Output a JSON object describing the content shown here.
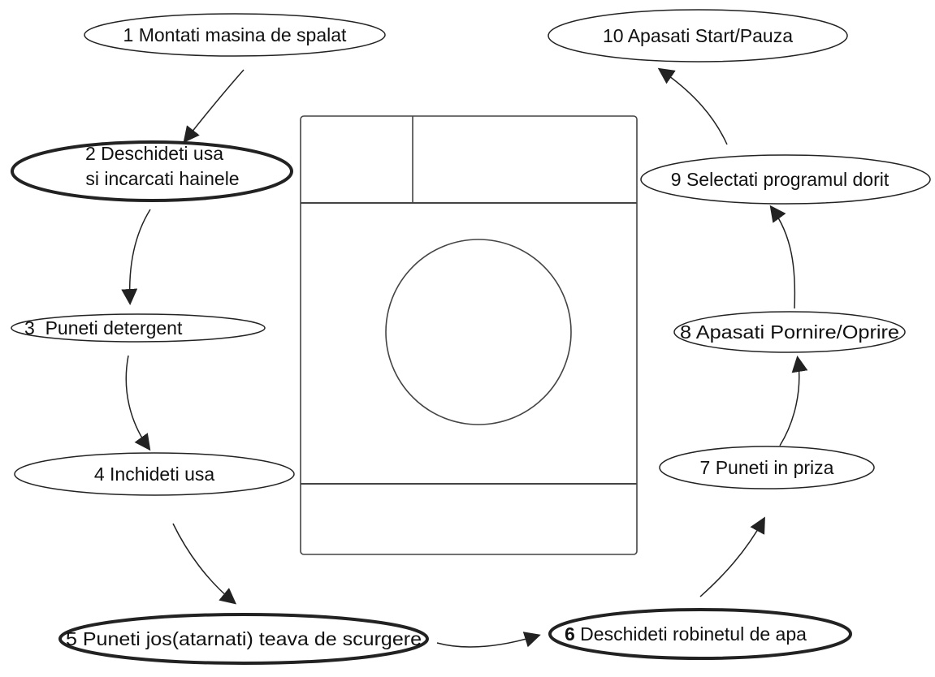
{
  "steps": [
    {
      "label": "1 Montati masina de spalat"
    },
    {
      "label_line1": "2 Deschideti usa",
      "label_line2": "si incarcati hainele"
    },
    {
      "label": "3  Puneti detergent"
    },
    {
      "label": "4 Inchideti usa"
    },
    {
      "label": "5 Puneti jos(atarnati) teava de scurgere"
    },
    {
      "number": "6",
      "label": " Deschideti robinetul de apa"
    },
    {
      "label": "7 Puneti in priza"
    },
    {
      "label": "8 Apasati Pornire/Oprire"
    },
    {
      "label": "9 Selectati programul dorit"
    },
    {
      "label": "10 Apasati Start/Pauza"
    }
  ],
  "colors": {
    "stroke": "#333333",
    "text": "#111111",
    "background": "#ffffff"
  }
}
